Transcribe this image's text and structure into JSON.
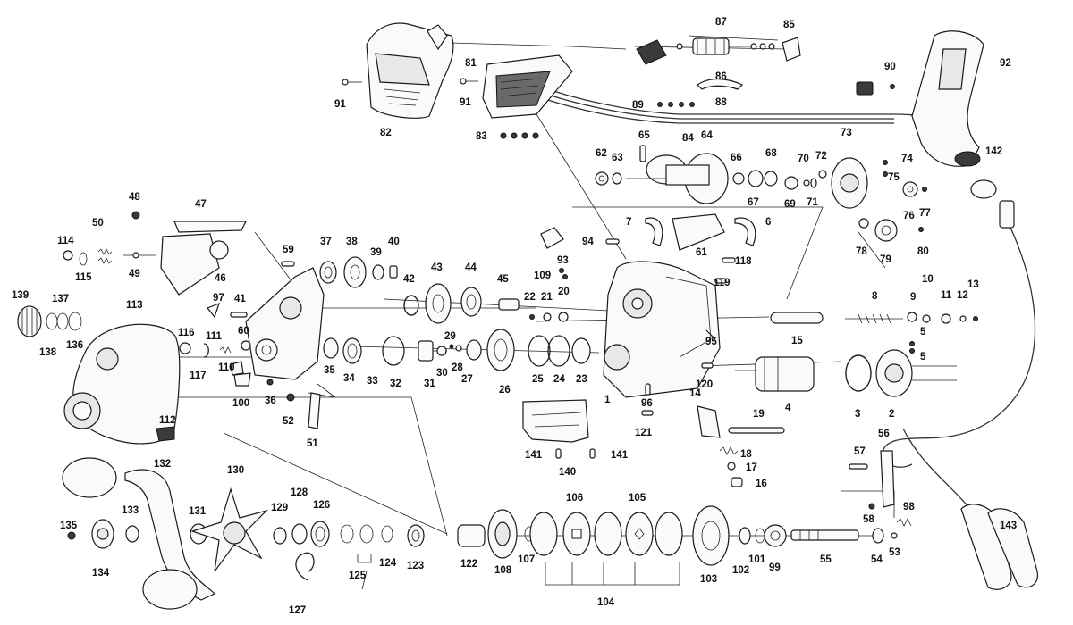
{
  "diagram": {
    "type": "exploded parts diagram",
    "part_numbers": [
      "1",
      "2",
      "3",
      "4",
      "5",
      "6",
      "7",
      "8",
      "9",
      "10",
      "11",
      "12",
      "13",
      "14",
      "15",
      "16",
      "17",
      "18",
      "19",
      "20",
      "21",
      "22",
      "23",
      "24",
      "25",
      "26",
      "27",
      "28",
      "29",
      "30",
      "31",
      "32",
      "33",
      "34",
      "35",
      "36",
      "37",
      "38",
      "39",
      "40",
      "41",
      "42",
      "43",
      "44",
      "45",
      "46",
      "47",
      "48",
      "49",
      "50",
      "51",
      "52",
      "53",
      "54",
      "55",
      "56",
      "57",
      "58",
      "59",
      "60",
      "61",
      "62",
      "63",
      "64",
      "65",
      "66",
      "67",
      "68",
      "69",
      "70",
      "71",
      "72",
      "73",
      "74",
      "75",
      "76",
      "77",
      "78",
      "79",
      "80",
      "81",
      "82",
      "83",
      "84",
      "85",
      "86",
      "87",
      "88",
      "89",
      "90",
      "91",
      "92",
      "93",
      "94",
      "95",
      "96",
      "97",
      "98",
      "99",
      "100",
      "101",
      "102",
      "103",
      "104",
      "105",
      "106",
      "107",
      "108",
      "109",
      "110",
      "111",
      "112",
      "113",
      "114",
      "115",
      "116",
      "117",
      "118",
      "119",
      "120",
      "121",
      "122",
      "123",
      "124",
      "125",
      "126",
      "127",
      "128",
      "129",
      "130",
      "131",
      "132",
      "133",
      "134",
      "135",
      "136",
      "137",
      "138",
      "139",
      "140",
      "141",
      "142",
      "143"
    ],
    "duplicate_labels": [
      "5",
      "91",
      "141"
    ]
  }
}
